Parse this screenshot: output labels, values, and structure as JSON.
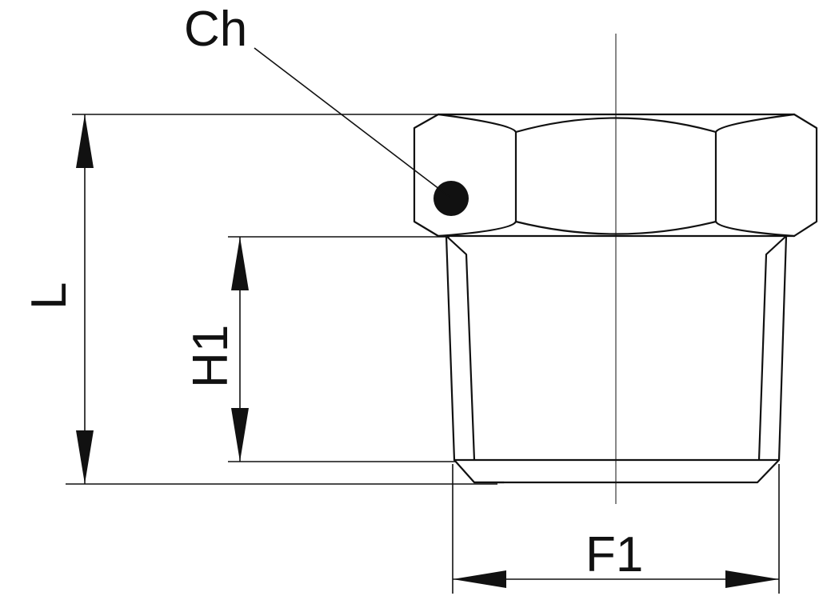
{
  "labels": {
    "hex_size": "Ch",
    "overall_length": "L",
    "thread_length": "H1",
    "thread_size": "F1"
  },
  "colors": {
    "line": "#111111",
    "background": "#ffffff"
  }
}
